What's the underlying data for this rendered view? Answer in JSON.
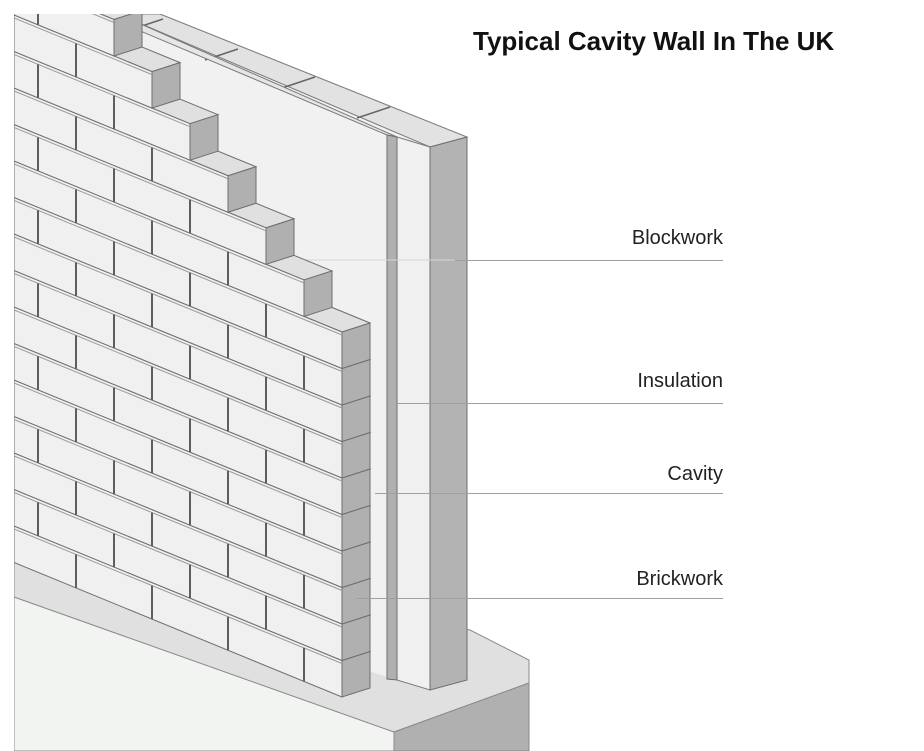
{
  "title": "Typical Cavity Wall In The UK",
  "labels": {
    "blockwork": "Blockwork",
    "insulation": "Insulation",
    "cavity": "Cavity",
    "brickwork": "Brickwork"
  },
  "colors": {
    "face": "#f0f0f0",
    "top": "#e0e0e0",
    "dark": "#b0b0b0",
    "edge": "#6e6e6e",
    "leader": "#a0a0a0"
  }
}
